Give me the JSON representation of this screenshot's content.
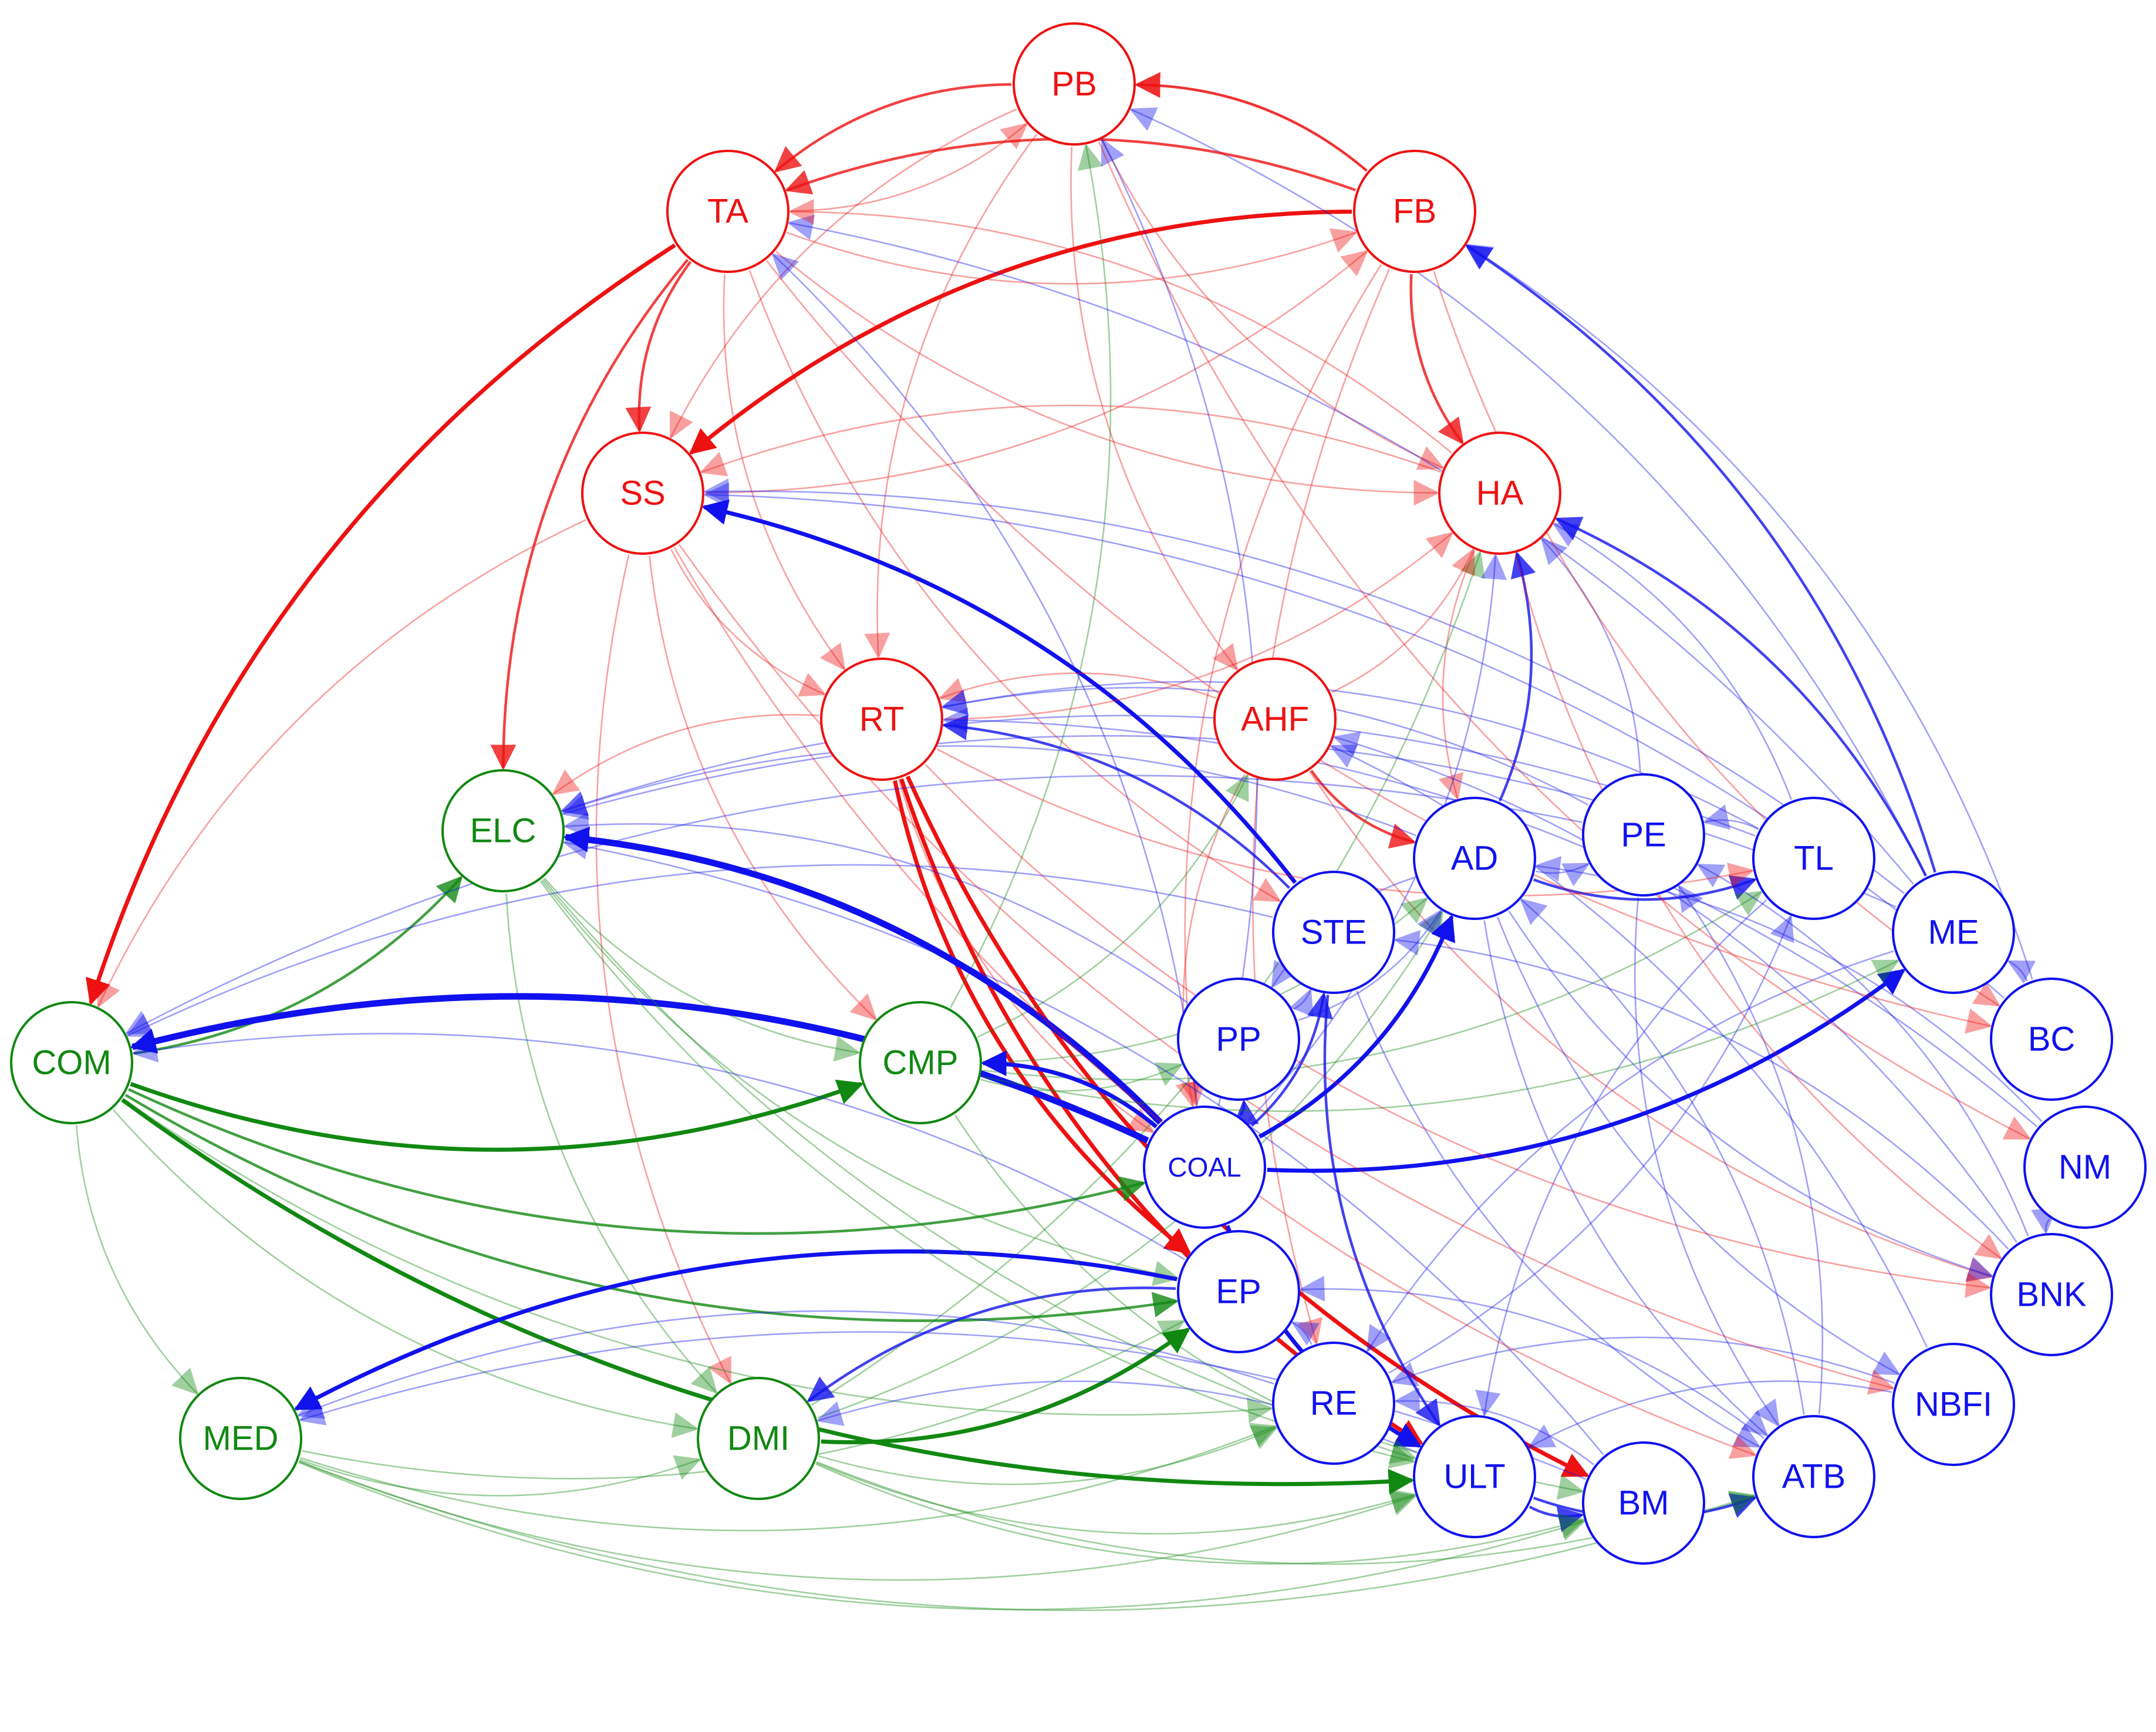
{
  "colors": {
    "red": "#ee1111",
    "green": "#118811",
    "blue": "#1111ee"
  },
  "nodes": [
    {
      "id": "PB",
      "label": "PB",
      "group": "red"
    },
    {
      "id": "TA",
      "label": "TA",
      "group": "red"
    },
    {
      "id": "FB",
      "label": "FB",
      "group": "red"
    },
    {
      "id": "SS",
      "label": "SS",
      "group": "red"
    },
    {
      "id": "HA",
      "label": "HA",
      "group": "red"
    },
    {
      "id": "RT",
      "label": "RT",
      "group": "red"
    },
    {
      "id": "AHF",
      "label": "AHF",
      "group": "red"
    },
    {
      "id": "ELC",
      "label": "ELC",
      "group": "green"
    },
    {
      "id": "COM",
      "label": "COM",
      "group": "green"
    },
    {
      "id": "CMP",
      "label": "CMP",
      "group": "green"
    },
    {
      "id": "MED",
      "label": "MED",
      "group": "green"
    },
    {
      "id": "DMI",
      "label": "DMI",
      "group": "green"
    },
    {
      "id": "AD",
      "label": "AD",
      "group": "blue"
    },
    {
      "id": "PE",
      "label": "PE",
      "group": "blue"
    },
    {
      "id": "TL",
      "label": "TL",
      "group": "blue"
    },
    {
      "id": "STE",
      "label": "STE",
      "group": "blue"
    },
    {
      "id": "ME",
      "label": "ME",
      "group": "blue"
    },
    {
      "id": "PP",
      "label": "PP",
      "group": "blue"
    },
    {
      "id": "BC",
      "label": "BC",
      "group": "blue"
    },
    {
      "id": "COAL",
      "label": "COAL",
      "group": "blue"
    },
    {
      "id": "NM",
      "label": "NM",
      "group": "blue"
    },
    {
      "id": "EP",
      "label": "EP",
      "group": "blue"
    },
    {
      "id": "BNK",
      "label": "BNK",
      "group": "blue"
    },
    {
      "id": "RE",
      "label": "RE",
      "group": "blue"
    },
    {
      "id": "NBFI",
      "label": "NBFI",
      "group": "blue"
    },
    {
      "id": "ULT",
      "label": "ULT",
      "group": "blue"
    },
    {
      "id": "BM",
      "label": "BM",
      "group": "blue"
    },
    {
      "id": "ATB",
      "label": "ATB",
      "group": "blue"
    }
  ],
  "edges": [
    {
      "from": "TA",
      "to": "COM",
      "weight": 3
    },
    {
      "from": "FB",
      "to": "SS",
      "weight": 3
    },
    {
      "from": "FB",
      "to": "PB",
      "weight": 2
    },
    {
      "from": "FB",
      "to": "HA",
      "weight": 2
    },
    {
      "from": "TA",
      "to": "SS",
      "weight": 2
    },
    {
      "from": "TA",
      "to": "ELC",
      "weight": 2
    },
    {
      "from": "TA",
      "to": "RT",
      "weight": 1
    },
    {
      "from": "TA",
      "to": "HA",
      "weight": 1
    },
    {
      "from": "TA",
      "to": "PB",
      "weight": 1
    },
    {
      "from": "PB",
      "to": "SS",
      "weight": 1
    },
    {
      "from": "PB",
      "to": "HA",
      "weight": 1
    },
    {
      "from": "PB",
      "to": "RT",
      "weight": 1
    },
    {
      "from": "PB",
      "to": "AHF",
      "weight": 1
    },
    {
      "from": "RT",
      "to": "EP",
      "weight": 3
    },
    {
      "from": "RT",
      "to": "ULT",
      "weight": 3
    },
    {
      "from": "RT",
      "to": "BM",
      "weight": 3
    },
    {
      "from": "RT",
      "to": "ELC",
      "weight": 1
    },
    {
      "from": "RT",
      "to": "COAL",
      "weight": 1
    },
    {
      "from": "SS",
      "to": "RT",
      "weight": 1
    },
    {
      "from": "SS",
      "to": "CMP",
      "weight": 1
    },
    {
      "from": "SS",
      "to": "DMI",
      "weight": 1
    },
    {
      "from": "SS",
      "to": "COM",
      "weight": 1
    },
    {
      "from": "HA",
      "to": "AD",
      "weight": 1
    },
    {
      "from": "AHF",
      "to": "AD",
      "weight": 2
    },
    {
      "from": "AHF",
      "to": "COAL",
      "weight": 1
    },
    {
      "from": "AHF",
      "to": "BNK",
      "weight": 1
    },
    {
      "from": "ELC",
      "to": "DMI",
      "weight": 1
    },
    {
      "from": "AD",
      "to": "TL",
      "weight": 2
    },
    {
      "from": "AD",
      "to": "PE",
      "weight": 1
    },
    {
      "from": "AD",
      "to": "NBFI",
      "weight": 1
    },
    {
      "from": "FB",
      "to": "COAL",
      "weight": 1
    },
    {
      "from": "FB",
      "to": "RE",
      "weight": 1
    },
    {
      "from": "TA",
      "to": "STE",
      "weight": 1
    },
    {
      "from": "COM",
      "to": "CMP",
      "weight": 3
    },
    {
      "from": "COM",
      "to": "ULT",
      "weight": 3
    },
    {
      "from": "COM",
      "to": "EP",
      "weight": 2
    },
    {
      "from": "COM",
      "to": "MED",
      "weight": 1
    },
    {
      "from": "COM",
      "to": "ELC",
      "weight": 2
    },
    {
      "from": "COM",
      "to": "DMI",
      "weight": 1
    },
    {
      "from": "COM",
      "to": "COAL",
      "weight": 2
    },
    {
      "from": "COM",
      "to": "RE",
      "weight": 1
    },
    {
      "from": "CMP",
      "to": "PB",
      "weight": 1
    },
    {
      "from": "CMP",
      "to": "AHF",
      "weight": 1
    },
    {
      "from": "CMP",
      "to": "PP",
      "weight": 1
    },
    {
      "from": "DMI",
      "to": "EP",
      "weight": 3
    },
    {
      "from": "DMI",
      "to": "AD",
      "weight": 1
    },
    {
      "from": "DMI",
      "to": "HA",
      "weight": 1
    },
    {
      "from": "DMI",
      "to": "RE",
      "weight": 1
    },
    {
      "from": "MED",
      "to": "DMI",
      "weight": 1
    },
    {
      "from": "MED",
      "to": "ULT",
      "weight": 1
    },
    {
      "from": "MED",
      "to": "BM",
      "weight": 1
    },
    {
      "from": "MED",
      "to": "ATB",
      "weight": 1
    },
    {
      "from": "ELC",
      "to": "CMP",
      "weight": 1
    },
    {
      "from": "ELC",
      "to": "EP",
      "weight": 1
    },
    {
      "from": "CMP",
      "to": "AD",
      "weight": 1
    },
    {
      "from": "CMP",
      "to": "TL",
      "weight": 1
    },
    {
      "from": "COAL",
      "to": "COM",
      "weight": 4
    },
    {
      "from": "COAL",
      "to": "ELC",
      "weight": 4
    },
    {
      "from": "COAL",
      "to": "CMP",
      "weight": 3
    },
    {
      "from": "COAL",
      "to": "AD",
      "weight": 3
    },
    {
      "from": "COAL",
      "to": "ME",
      "weight": 3
    },
    {
      "from": "COAL",
      "to": "ULT",
      "weight": 3
    },
    {
      "from": "COAL",
      "to": "STE",
      "weight": 2
    },
    {
      "from": "COAL",
      "to": "PP",
      "weight": 2
    },
    {
      "from": "EP",
      "to": "MED",
      "weight": 3
    },
    {
      "from": "EP",
      "to": "DMI",
      "weight": 2
    },
    {
      "from": "STE",
      "to": "SS",
      "weight": 3
    },
    {
      "from": "STE",
      "to": "RT",
      "weight": 2
    },
    {
      "from": "STE",
      "to": "ULT",
      "weight": 2
    },
    {
      "from": "STE",
      "to": "ATB",
      "weight": 1
    },
    {
      "from": "PP",
      "to": "STE",
      "weight": 1
    },
    {
      "from": "PP",
      "to": "AD",
      "weight": 1
    },
    {
      "from": "AD",
      "to": "HA",
      "weight": 2
    },
    {
      "from": "AD",
      "to": "PP",
      "weight": 1
    },
    {
      "from": "AD",
      "to": "ATB",
      "weight": 1
    },
    {
      "from": "AD",
      "to": "BNK",
      "weight": 1
    },
    {
      "from": "PE",
      "to": "HA",
      "weight": 1
    },
    {
      "from": "PE",
      "to": "ATB",
      "weight": 1
    },
    {
      "from": "TL",
      "to": "ULT",
      "weight": 1
    },
    {
      "from": "TL",
      "to": "PE",
      "weight": 1
    },
    {
      "from": "TL",
      "to": "HA",
      "weight": 1
    },
    {
      "from": "ME",
      "to": "FB",
      "weight": 2
    },
    {
      "from": "ME",
      "to": "HA",
      "weight": 2
    },
    {
      "from": "ME",
      "to": "TA",
      "weight": 1
    },
    {
      "from": "ME",
      "to": "PB",
      "weight": 1
    },
    {
      "from": "ME",
      "to": "RE",
      "weight": 1
    },
    {
      "from": "BC",
      "to": "FB",
      "weight": 1
    },
    {
      "from": "BC",
      "to": "ME",
      "weight": 1
    },
    {
      "from": "NM",
      "to": "BNK",
      "weight": 1
    },
    {
      "from": "NM",
      "to": "AD",
      "weight": 1
    },
    {
      "from": "BNK",
      "to": "PE",
      "weight": 1
    },
    {
      "from": "BNK",
      "to": "STE",
      "weight": 1
    },
    {
      "from": "NBFI",
      "to": "ULT",
      "weight": 1
    },
    {
      "from": "NBFI",
      "to": "RE",
      "weight": 1
    },
    {
      "from": "ATB",
      "to": "EP",
      "weight": 1
    },
    {
      "from": "ATB",
      "to": "AD",
      "weight": 1
    },
    {
      "from": "ULT",
      "to": "BM",
      "weight": 2
    },
    {
      "from": "ULT",
      "to": "ATB",
      "weight": 2
    },
    {
      "from": "BM",
      "to": "ELC",
      "weight": 1
    },
    {
      "from": "BM",
      "to": "RE",
      "weight": 1
    },
    {
      "from": "RE",
      "to": "EP",
      "weight": 1
    },
    {
      "from": "RE",
      "to": "TL",
      "weight": 1
    },
    {
      "from": "FB",
      "to": "PB",
      "weight": 1
    },
    {
      "from": "TA",
      "to": "FB",
      "weight": 1
    },
    {
      "from": "PB",
      "to": "TA",
      "weight": 2
    },
    {
      "from": "FB",
      "to": "TA",
      "weight": 2
    },
    {
      "from": "SS",
      "to": "FB",
      "weight": 1
    },
    {
      "from": "HA",
      "to": "TA",
      "weight": 1
    },
    {
      "from": "HA",
      "to": "SS",
      "weight": 1
    },
    {
      "from": "RT",
      "to": "HA",
      "weight": 1
    },
    {
      "from": "AHF",
      "to": "RT",
      "weight": 1
    },
    {
      "from": "AHF",
      "to": "HA",
      "weight": 1
    },
    {
      "from": "PE",
      "to": "RT",
      "weight": 1
    },
    {
      "from": "PE",
      "to": "COM",
      "weight": 1
    },
    {
      "from": "TL",
      "to": "RT",
      "weight": 1
    },
    {
      "from": "TL",
      "to": "ELC",
      "weight": 1
    },
    {
      "from": "ME",
      "to": "ELC",
      "weight": 1
    },
    {
      "from": "ME",
      "to": "SS",
      "weight": 1
    },
    {
      "from": "BC",
      "to": "SS",
      "weight": 1
    },
    {
      "from": "NM",
      "to": "RT",
      "weight": 1
    },
    {
      "from": "BNK",
      "to": "AHF",
      "weight": 1
    },
    {
      "from": "NBFI",
      "to": "AHF",
      "weight": 1
    },
    {
      "from": "ATB",
      "to": "PE",
      "weight": 1
    },
    {
      "from": "BM",
      "to": "MED",
      "weight": 1
    },
    {
      "from": "ULT",
      "to": "DMI",
      "weight": 1
    },
    {
      "from": "RE",
      "to": "MED",
      "weight": 1
    },
    {
      "from": "EP",
      "to": "COM",
      "weight": 1
    },
    {
      "from": "PP",
      "to": "ELC",
      "weight": 1
    },
    {
      "from": "STE",
      "to": "COM",
      "weight": 1
    },
    {
      "from": "AD",
      "to": "ELC",
      "weight": 1
    },
    {
      "from": "COAL",
      "to": "HA",
      "weight": 1
    },
    {
      "from": "COAL",
      "to": "PB",
      "weight": 1
    },
    {
      "from": "COAL",
      "to": "TA",
      "weight": 1
    },
    {
      "from": "DMI",
      "to": "ULT",
      "weight": 1
    },
    {
      "from": "DMI",
      "to": "BM",
      "weight": 1
    },
    {
      "from": "DMI",
      "to": "ATB",
      "weight": 1
    },
    {
      "from": "MED",
      "to": "EP",
      "weight": 1
    },
    {
      "from": "MED",
      "to": "RE",
      "weight": 1
    },
    {
      "from": "CMP",
      "to": "ULT",
      "weight": 1
    },
    {
      "from": "CMP",
      "to": "ME",
      "weight": 1
    },
    {
      "from": "ELC",
      "to": "ULT",
      "weight": 1
    },
    {
      "from": "ELC",
      "to": "BM",
      "weight": 1
    },
    {
      "from": "RT",
      "to": "TL",
      "weight": 1
    },
    {
      "from": "RT",
      "to": "BNK",
      "weight": 1
    },
    {
      "from": "SS",
      "to": "ATB",
      "weight": 1
    },
    {
      "from": "SS",
      "to": "NBFI",
      "weight": 1
    },
    {
      "from": "TA",
      "to": "BC",
      "weight": 1
    },
    {
      "from": "PB",
      "to": "NM",
      "weight": 1
    },
    {
      "from": "HA",
      "to": "BNK",
      "weight": 1
    },
    {
      "from": "FB",
      "to": "BC",
      "weight": 1
    }
  ]
}
